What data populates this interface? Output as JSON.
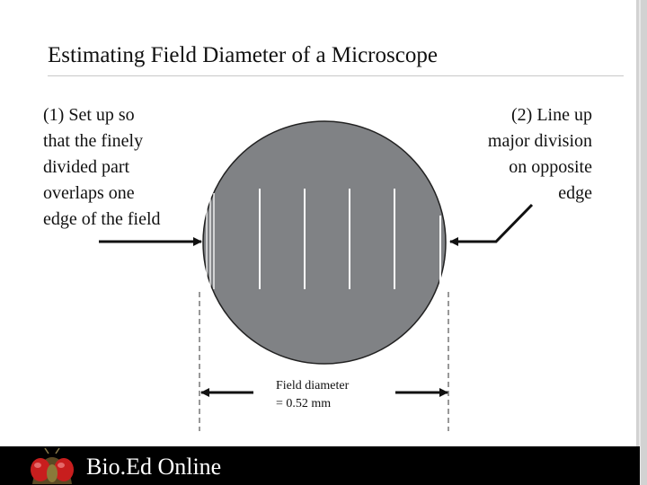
{
  "slide": {
    "title": "Estimating Field Diameter of a Microscope"
  },
  "notes": {
    "step1_lines": [
      "(1) Set up so",
      "that the finely",
      "divided part",
      "overlaps one",
      "edge of the field"
    ],
    "step2_lines": [
      "(2) Line up",
      "major division",
      "on opposite",
      "edge"
    ]
  },
  "measurement": {
    "line1": "Field diameter",
    "line2": "= 0.52 mm"
  },
  "footer": {
    "brand": "Bio.Ed Online",
    "logo_icon": "fly-head-icon"
  },
  "colors": {
    "field": "#808285",
    "footer": "#000000",
    "logo_eye": "#c81e1e"
  }
}
